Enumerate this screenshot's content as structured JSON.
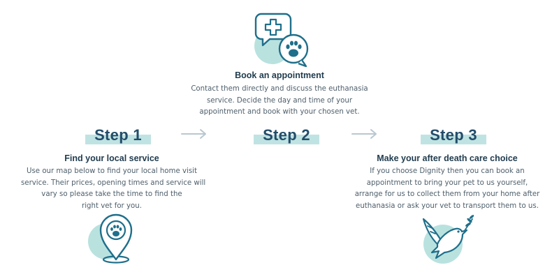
{
  "step1": {
    "heading": "Step 1",
    "title": "Find your local service",
    "desc_lines": [
      "Use our map below to find your local home visit",
      "service. Their prices, opening times and service will",
      "vary so please take the time to find the",
      "right vet for you."
    ],
    "icon": "map-pin-paw-icon"
  },
  "step2": {
    "heading": "Step 2",
    "title": "Book an appointment",
    "desc_lines": [
      "Contact them directly and discuss the euthanasia",
      "service. Decide the day and time of your",
      "appointment and book with your chosen vet."
    ],
    "icon": "speech-bubbles-cross-paw-icon"
  },
  "step3": {
    "heading": "Step 3",
    "title": "Make your after death care choice",
    "desc_lines": [
      "If you choose Dignity then you can book an",
      "appointment to bring your pet to us yourself,",
      "arrange for us to collect them from your home after",
      "euthanasia or ask your vet to transport them to us."
    ],
    "icon": "dove-olive-branch-icon"
  },
  "arrows": [
    "arrow-right-icon",
    "arrow-right-icon"
  ],
  "colors": {
    "heading": "#234d6a",
    "accent_teal": "#bfe3e2",
    "icon_stroke": "#1f6f8b",
    "icon_circle": "#b9e2df",
    "text": "#4e5f6b",
    "arrow": "#b9c7cf"
  }
}
